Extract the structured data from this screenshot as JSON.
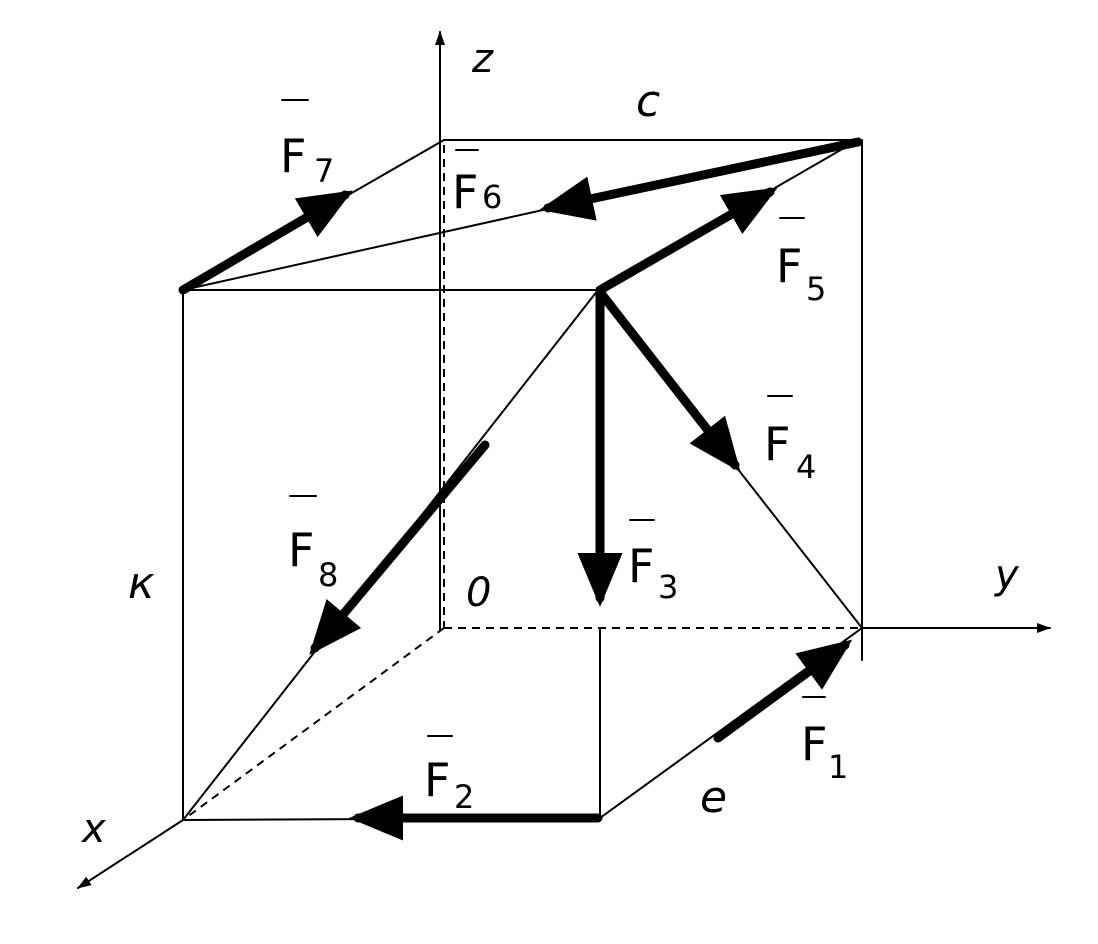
{
  "axes": {
    "x": "x",
    "y": "y",
    "z": "z",
    "origin": "0"
  },
  "dimensions": {
    "c": "c",
    "e": "e",
    "k": "к"
  },
  "forces": [
    {
      "id": "F1",
      "letter": "F",
      "index": "1"
    },
    {
      "id": "F2",
      "letter": "F",
      "index": "2"
    },
    {
      "id": "F3",
      "letter": "F",
      "index": "3"
    },
    {
      "id": "F4",
      "letter": "F",
      "index": "4"
    },
    {
      "id": "F5",
      "letter": "F",
      "index": "5"
    },
    {
      "id": "F6",
      "letter": "F",
      "index": "6"
    },
    {
      "id": "F7",
      "letter": "F",
      "index": "7"
    },
    {
      "id": "F8",
      "letter": "F",
      "index": "8"
    }
  ]
}
